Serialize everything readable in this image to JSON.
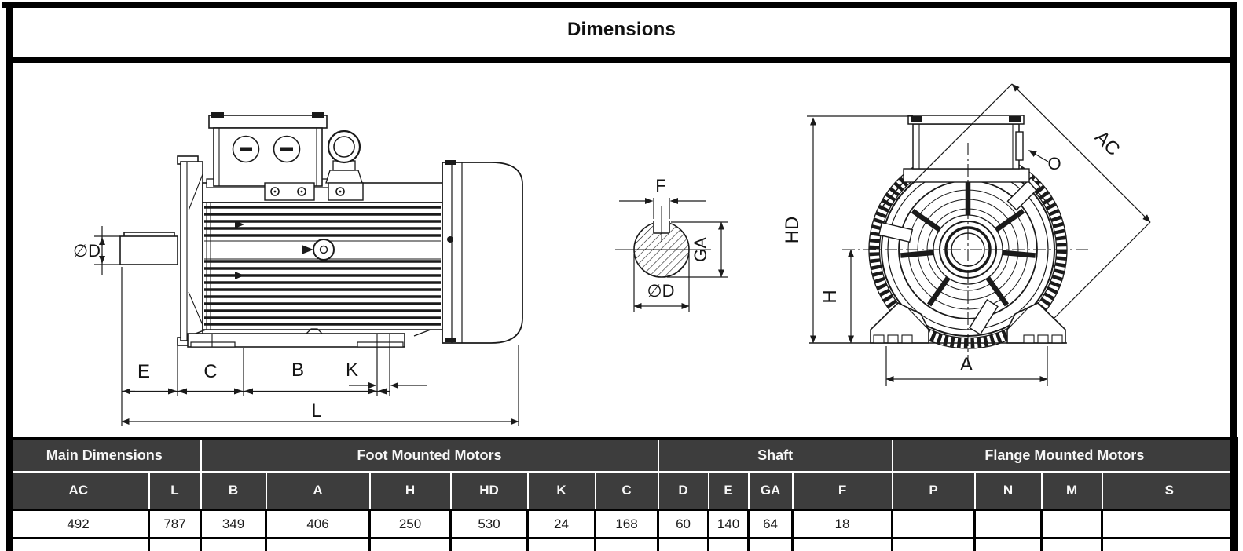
{
  "title": "Dimensions",
  "drawing": {
    "side": {
      "od": "∅D",
      "e": "E",
      "c": "C",
      "b": "B",
      "k": "K",
      "l": "L"
    },
    "section": {
      "f": "F",
      "ga": "GA",
      "od": "∅D"
    },
    "front": {
      "hd": "HD",
      "h": "H",
      "a": "A",
      "ac": "AC",
      "o": "O"
    }
  },
  "table": {
    "groups": [
      {
        "label": "Main Dimensions"
      },
      {
        "label": "Foot Mounted Motors"
      },
      {
        "label": "Shaft"
      },
      {
        "label": "Flange Mounted Motors"
      }
    ],
    "columns": [
      "AC",
      "L",
      "B",
      "A",
      "H",
      "HD",
      "K",
      "C",
      "D",
      "E",
      "GA",
      "F",
      "P",
      "N",
      "M",
      "S"
    ],
    "values": [
      "492",
      "787",
      "349",
      "406",
      "250",
      "530",
      "24",
      "168",
      "60",
      "140",
      "64",
      "18",
      "",
      "",
      "",
      ""
    ]
  },
  "colors": {
    "header_bg": "#3d3d3d",
    "header_text": "#f7f7f7",
    "line": "#1a1a1a"
  }
}
